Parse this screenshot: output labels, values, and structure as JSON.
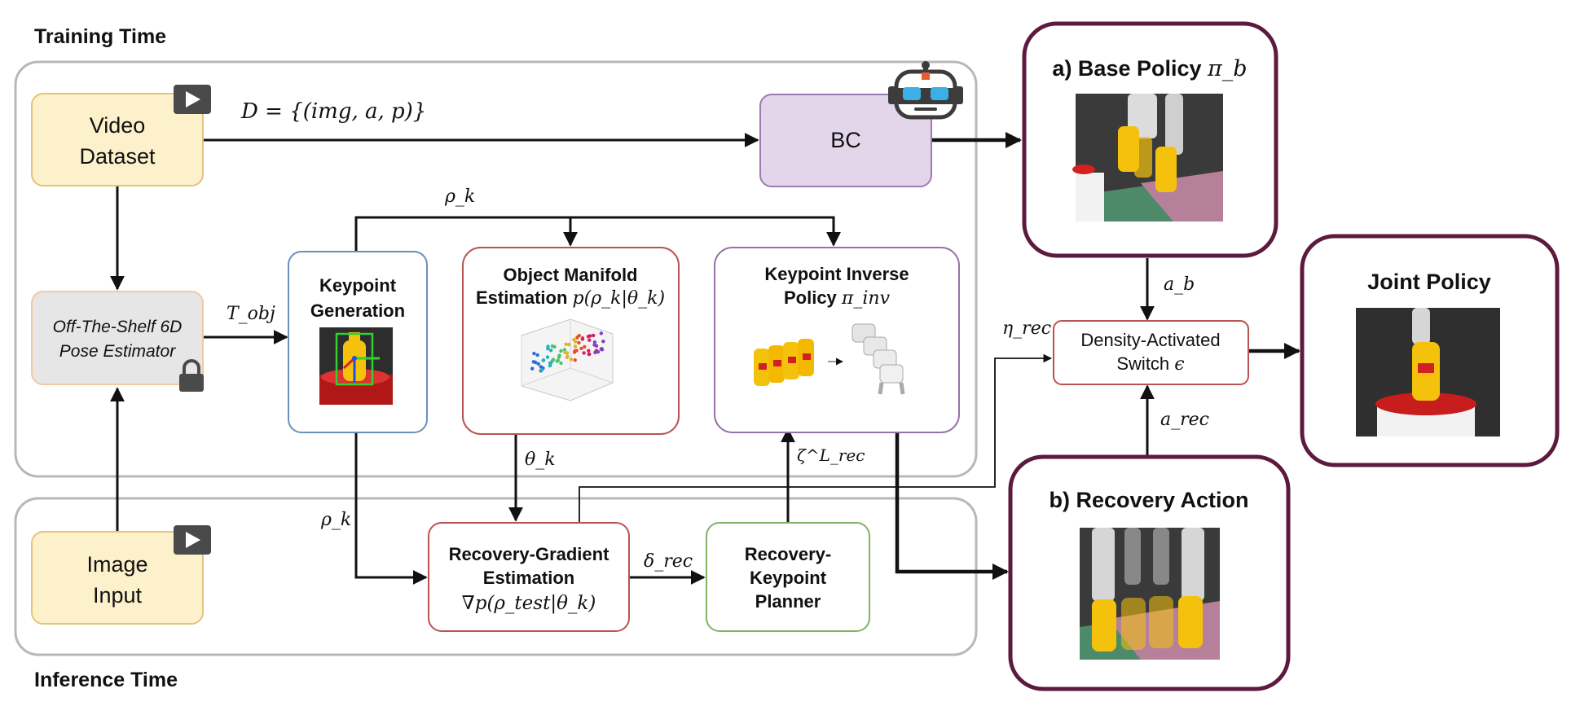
{
  "sections": {
    "training_title": "Training Time",
    "inference_title": "Inference Time"
  },
  "nodes": {
    "video_dataset": {
      "line1": "Video",
      "line2": "Dataset"
    },
    "image_input": {
      "line1": "Image",
      "line2": "Input"
    },
    "pose_estimator": {
      "line1": "Off-The-Shelf 6D",
      "line2": "Pose Estimator"
    },
    "bc": {
      "label": "BC"
    },
    "keypoint_generation": {
      "line1": "Keypoint",
      "line2": "Generation"
    },
    "object_manifold": {
      "line1": "Object Manifold",
      "line2_prefix": "Estimation ",
      "line2_math": "p(ρ_k|θ_k)"
    },
    "keypoint_inverse": {
      "line1": "Keypoint Inverse",
      "line2_prefix": "Policy ",
      "line2_math": "π_inv"
    },
    "recovery_gradient": {
      "line1": "Recovery-Gradient",
      "line2": "Estimation",
      "line3_math": "∇p(ρ_test|θ_k)"
    },
    "recovery_planner": {
      "line1": "Recovery-",
      "line2": "Keypoint",
      "line3": "Planner"
    },
    "switch": {
      "line1": "Density-Activated",
      "line2_prefix": "Switch ",
      "line2_math": "ϵ"
    },
    "base_policy": {
      "title_prefix": "a) Base Policy ",
      "title_math": "π_b"
    },
    "recovery_action": {
      "title": "b) Recovery Action"
    },
    "joint_policy": {
      "title": "Joint Policy"
    }
  },
  "edge_labels": {
    "dataset": "D = {(img, a, p)}",
    "t_obj": "T_obj",
    "rho_top": "ρ_k",
    "rho_bottom": "ρ_k",
    "theta": "θ_k",
    "delta": "δ_rec",
    "zeta": "ζ^L_rec",
    "eta": "η_rec",
    "a_b": "a_b",
    "a_rec": "a_rec"
  },
  "icons": {
    "video_play": "play-icon",
    "image_play": "play-icon",
    "lock": "lock-icon",
    "robot": "robot-icon"
  },
  "colors": {
    "video_fill": "#fdf1cc",
    "video_stroke": "#e2c57a",
    "pose_fill": "#e6e6e6",
    "pose_stroke": "#f0c9a0",
    "bc_fill": "#e3d5ea",
    "bc_stroke": "#9b7bb0",
    "keypoint_stroke": "#6c8ebf",
    "manifold_stroke": "#b85450",
    "inverse_stroke": "#9673a6",
    "gradient_stroke": "#b85450",
    "planner_stroke": "#82b366",
    "switch_stroke": "#b85450",
    "policy_stroke": "#5c1a3e",
    "section_stroke": "#b8b8b8"
  }
}
